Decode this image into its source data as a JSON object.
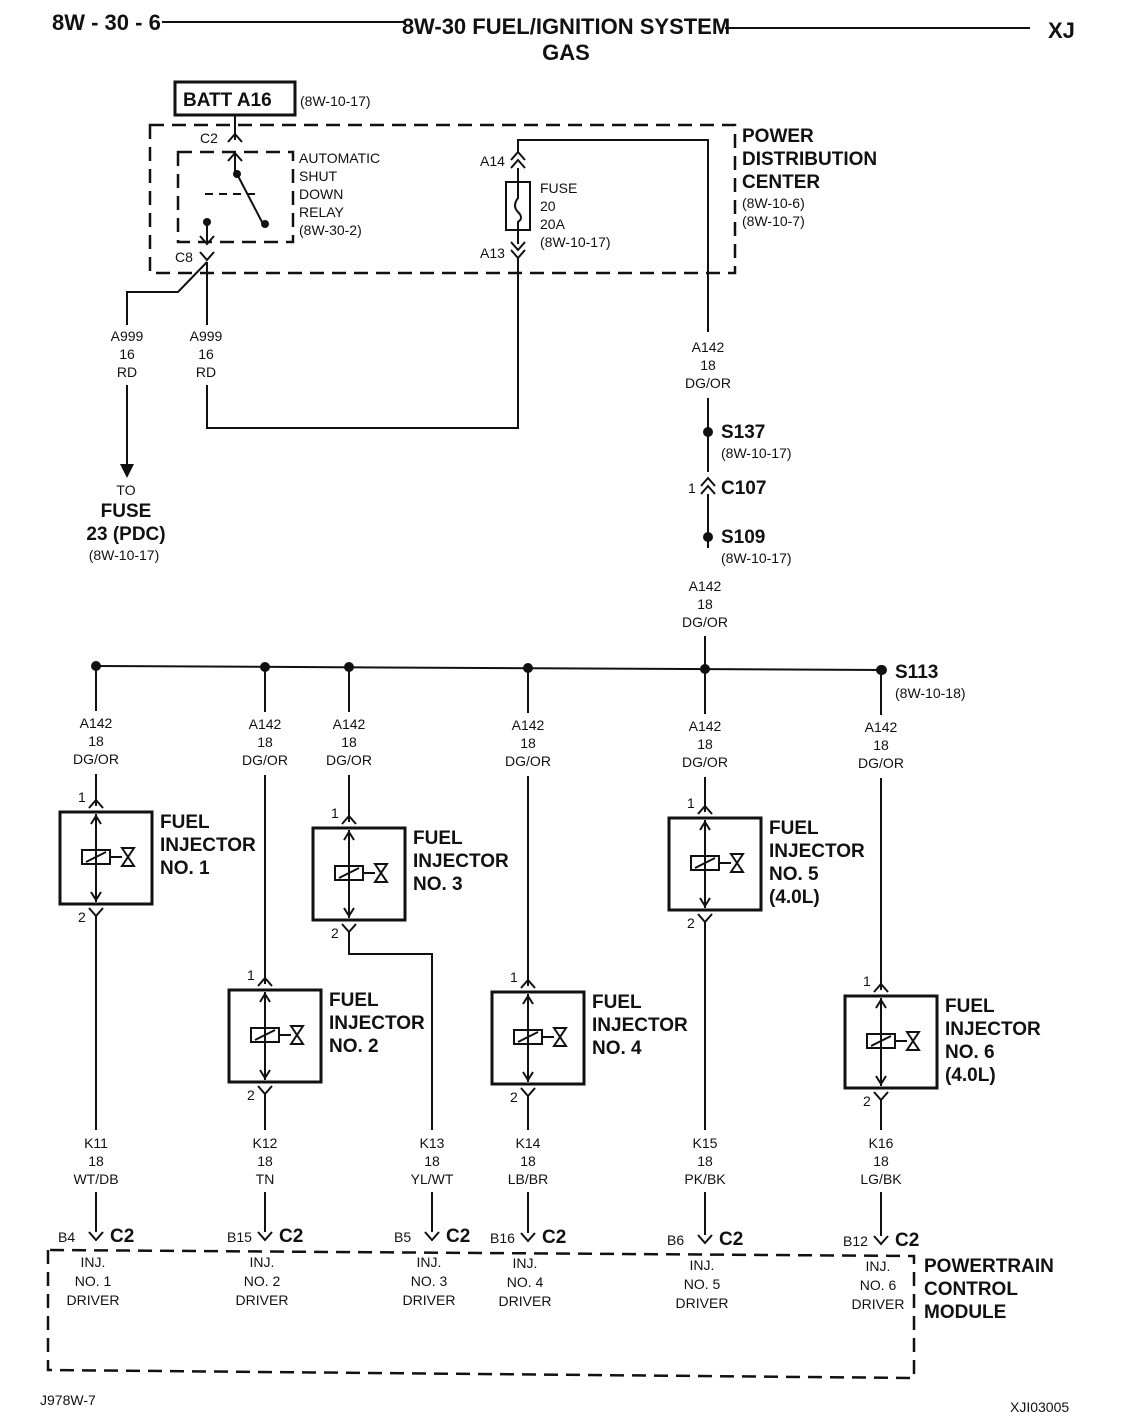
{
  "header": {
    "page_code": "8W - 30 - 6",
    "title_line1": "8W-30 FUEL/IGNITION SYSTEM",
    "title_line2": "GAS",
    "model": "XJ"
  },
  "footer": {
    "left_code": "J978W-7",
    "right_code": "XJI03005"
  },
  "batt": {
    "label": "BATT A16",
    "ref": "(8W-10-17)"
  },
  "pdc": {
    "title_lines": [
      "POWER",
      "DISTRIBUTION",
      "CENTER"
    ],
    "refs": [
      "(8W-10-6)",
      "(8W-10-7)"
    ],
    "relay": {
      "lines": [
        "AUTOMATIC",
        "SHUT",
        "DOWN",
        "RELAY",
        "(8W-30-2)"
      ],
      "pin_top": "C2",
      "pin_bottom": "C8"
    },
    "fuse": {
      "lines": [
        "FUSE",
        "20",
        "20A",
        "(8W-10-17)"
      ],
      "pin_top": "A14",
      "pin_bottom": "A13"
    }
  },
  "wires": {
    "a999_left": [
      "A999",
      "16",
      "RD"
    ],
    "a999_right": [
      "A999",
      "16",
      "RD"
    ],
    "a142_main": [
      "A142",
      "18",
      "DG/OR"
    ],
    "a142_mid": [
      "A142",
      "18",
      "DG/OR"
    ]
  },
  "to_fuse": {
    "to": "TO",
    "fuse": "FUSE",
    "id": "23 (PDC)",
    "ref": "(8W-10-17)"
  },
  "splices": {
    "s137": {
      "label": "S137",
      "ref": "(8W-10-17)"
    },
    "c107": {
      "label": "C107",
      "pin": "1"
    },
    "s109": {
      "label": "S109",
      "ref": "(8W-10-17)"
    },
    "s113": {
      "label": "S113",
      "ref": "(8W-10-18)"
    }
  },
  "injectors": [
    {
      "title": [
        "FUEL",
        "INJECTOR",
        "NO. 1"
      ],
      "in_wire": [
        "A142",
        "18",
        "DG/OR"
      ],
      "out_wire": [
        "K11",
        "18",
        "WT/DB"
      ],
      "pin_in": "1",
      "pin_out": "2",
      "pcm_pin": "B4",
      "conn": "C2",
      "driver": [
        "INJ.",
        "NO. 1",
        "DRIVER"
      ]
    },
    {
      "title": [
        "FUEL",
        "INJECTOR",
        "NO. 2"
      ],
      "in_wire": [
        "A142",
        "18",
        "DG/OR"
      ],
      "out_wire": [
        "K12",
        "18",
        "TN"
      ],
      "pin_in": "1",
      "pin_out": "2",
      "pcm_pin": "B15",
      "conn": "C2",
      "driver": [
        "INJ.",
        "NO. 2",
        "DRIVER"
      ]
    },
    {
      "title": [
        "FUEL",
        "INJECTOR",
        "NO. 3"
      ],
      "in_wire": [
        "A142",
        "18",
        "DG/OR"
      ],
      "out_wire": [
        "K13",
        "18",
        "YL/WT"
      ],
      "pin_in": "1",
      "pin_out": "2",
      "pcm_pin": "B5",
      "conn": "C2",
      "driver": [
        "INJ.",
        "NO. 3",
        "DRIVER"
      ]
    },
    {
      "title": [
        "FUEL",
        "INJECTOR",
        "NO. 4"
      ],
      "in_wire": [
        "A142",
        "18",
        "DG/OR"
      ],
      "out_wire": [
        "K14",
        "18",
        "LB/BR"
      ],
      "pin_in": "1",
      "pin_out": "2",
      "pcm_pin": "B16",
      "conn": "C2",
      "driver": [
        "INJ.",
        "NO. 4",
        "DRIVER"
      ]
    },
    {
      "title": [
        "FUEL",
        "INJECTOR",
        "NO. 5",
        "(4.0L)"
      ],
      "in_wire": [
        "A142",
        "18",
        "DG/OR"
      ],
      "out_wire": [
        "K15",
        "18",
        "PK/BK"
      ],
      "pin_in": "1",
      "pin_out": "2",
      "pcm_pin": "B6",
      "conn": "C2",
      "driver": [
        "INJ.",
        "NO. 5",
        "DRIVER"
      ]
    },
    {
      "title": [
        "FUEL",
        "INJECTOR",
        "NO. 6",
        "(4.0L)"
      ],
      "in_wire": [
        "A142",
        "18",
        "DG/OR"
      ],
      "out_wire": [
        "K16",
        "18",
        "LG/BK"
      ],
      "pin_in": "1",
      "pin_out": "2",
      "pcm_pin": "B12",
      "conn": "C2",
      "driver": [
        "INJ.",
        "NO. 6",
        "DRIVER"
      ]
    }
  ],
  "pcm": {
    "title_lines": [
      "POWERTRAIN",
      "CONTROL",
      "MODULE"
    ]
  }
}
